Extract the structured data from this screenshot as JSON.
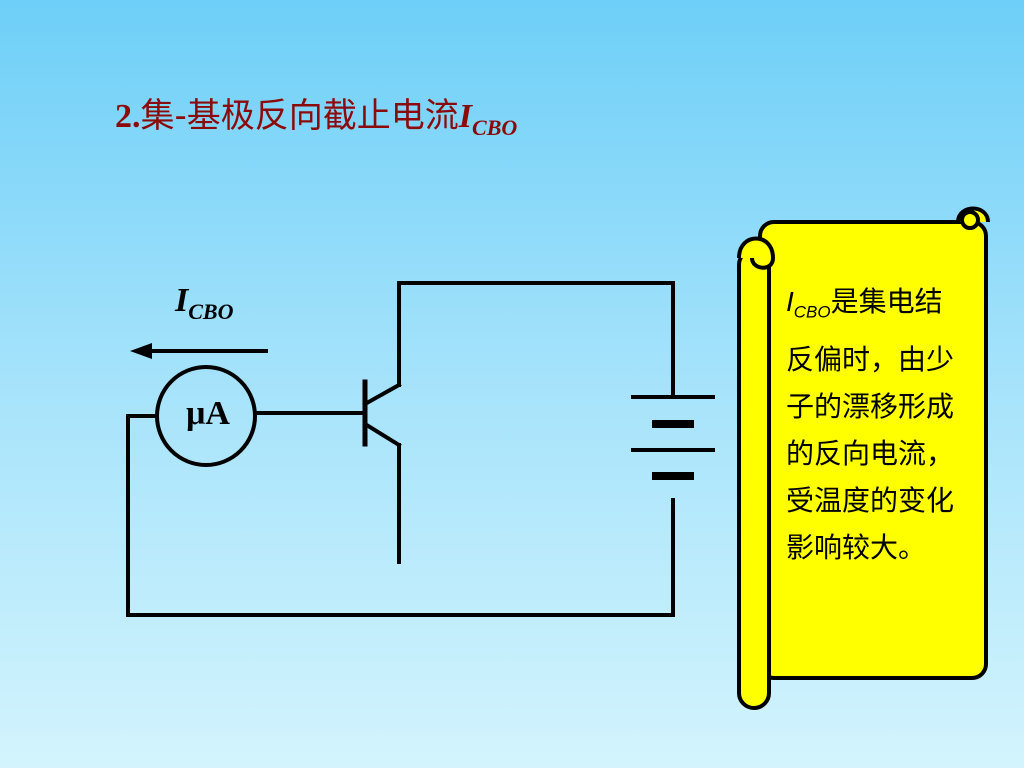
{
  "title": {
    "prefix": "2.",
    "text": "集-基极反向截止电流",
    "symbol": "I",
    "subscript": "CBO"
  },
  "circuit": {
    "current_label": {
      "symbol": "I",
      "subscript": "CBO"
    },
    "meter_label": "μA"
  },
  "note": {
    "symbol": "I",
    "subscript": "CBO",
    "text": "是集电结反偏时，由少子的漂移形成的反向电流，受温度的变化影响较大。"
  },
  "colors": {
    "title": "#8b0a0a",
    "scroll_fill": "#ffff00",
    "line": "#000000"
  }
}
